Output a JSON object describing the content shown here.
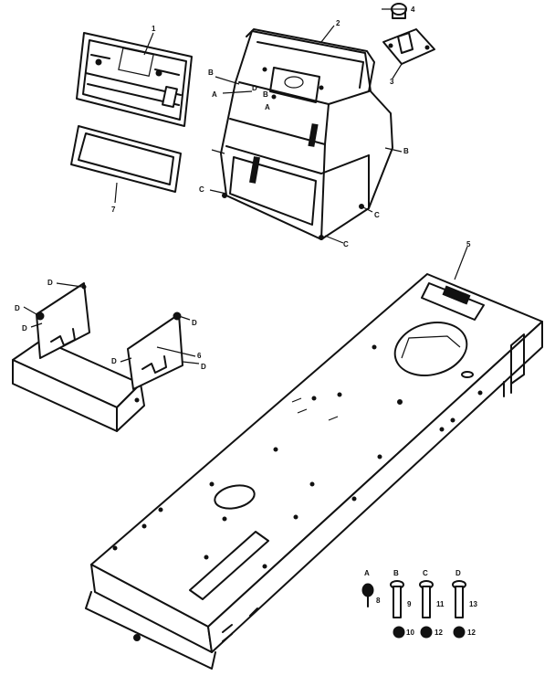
{
  "callouts": {
    "c1": "1",
    "c2": "2",
    "c3": "3",
    "c4": "4",
    "c5": "5",
    "c6": "6",
    "c7": "7",
    "c8": "8",
    "c9": "9",
    "c10": "10",
    "c11": "11",
    "c12a": "12",
    "c12b": "12",
    "c13": "13"
  },
  "letters": {
    "A": "A",
    "B": "B",
    "C": "C",
    "D": "D"
  }
}
